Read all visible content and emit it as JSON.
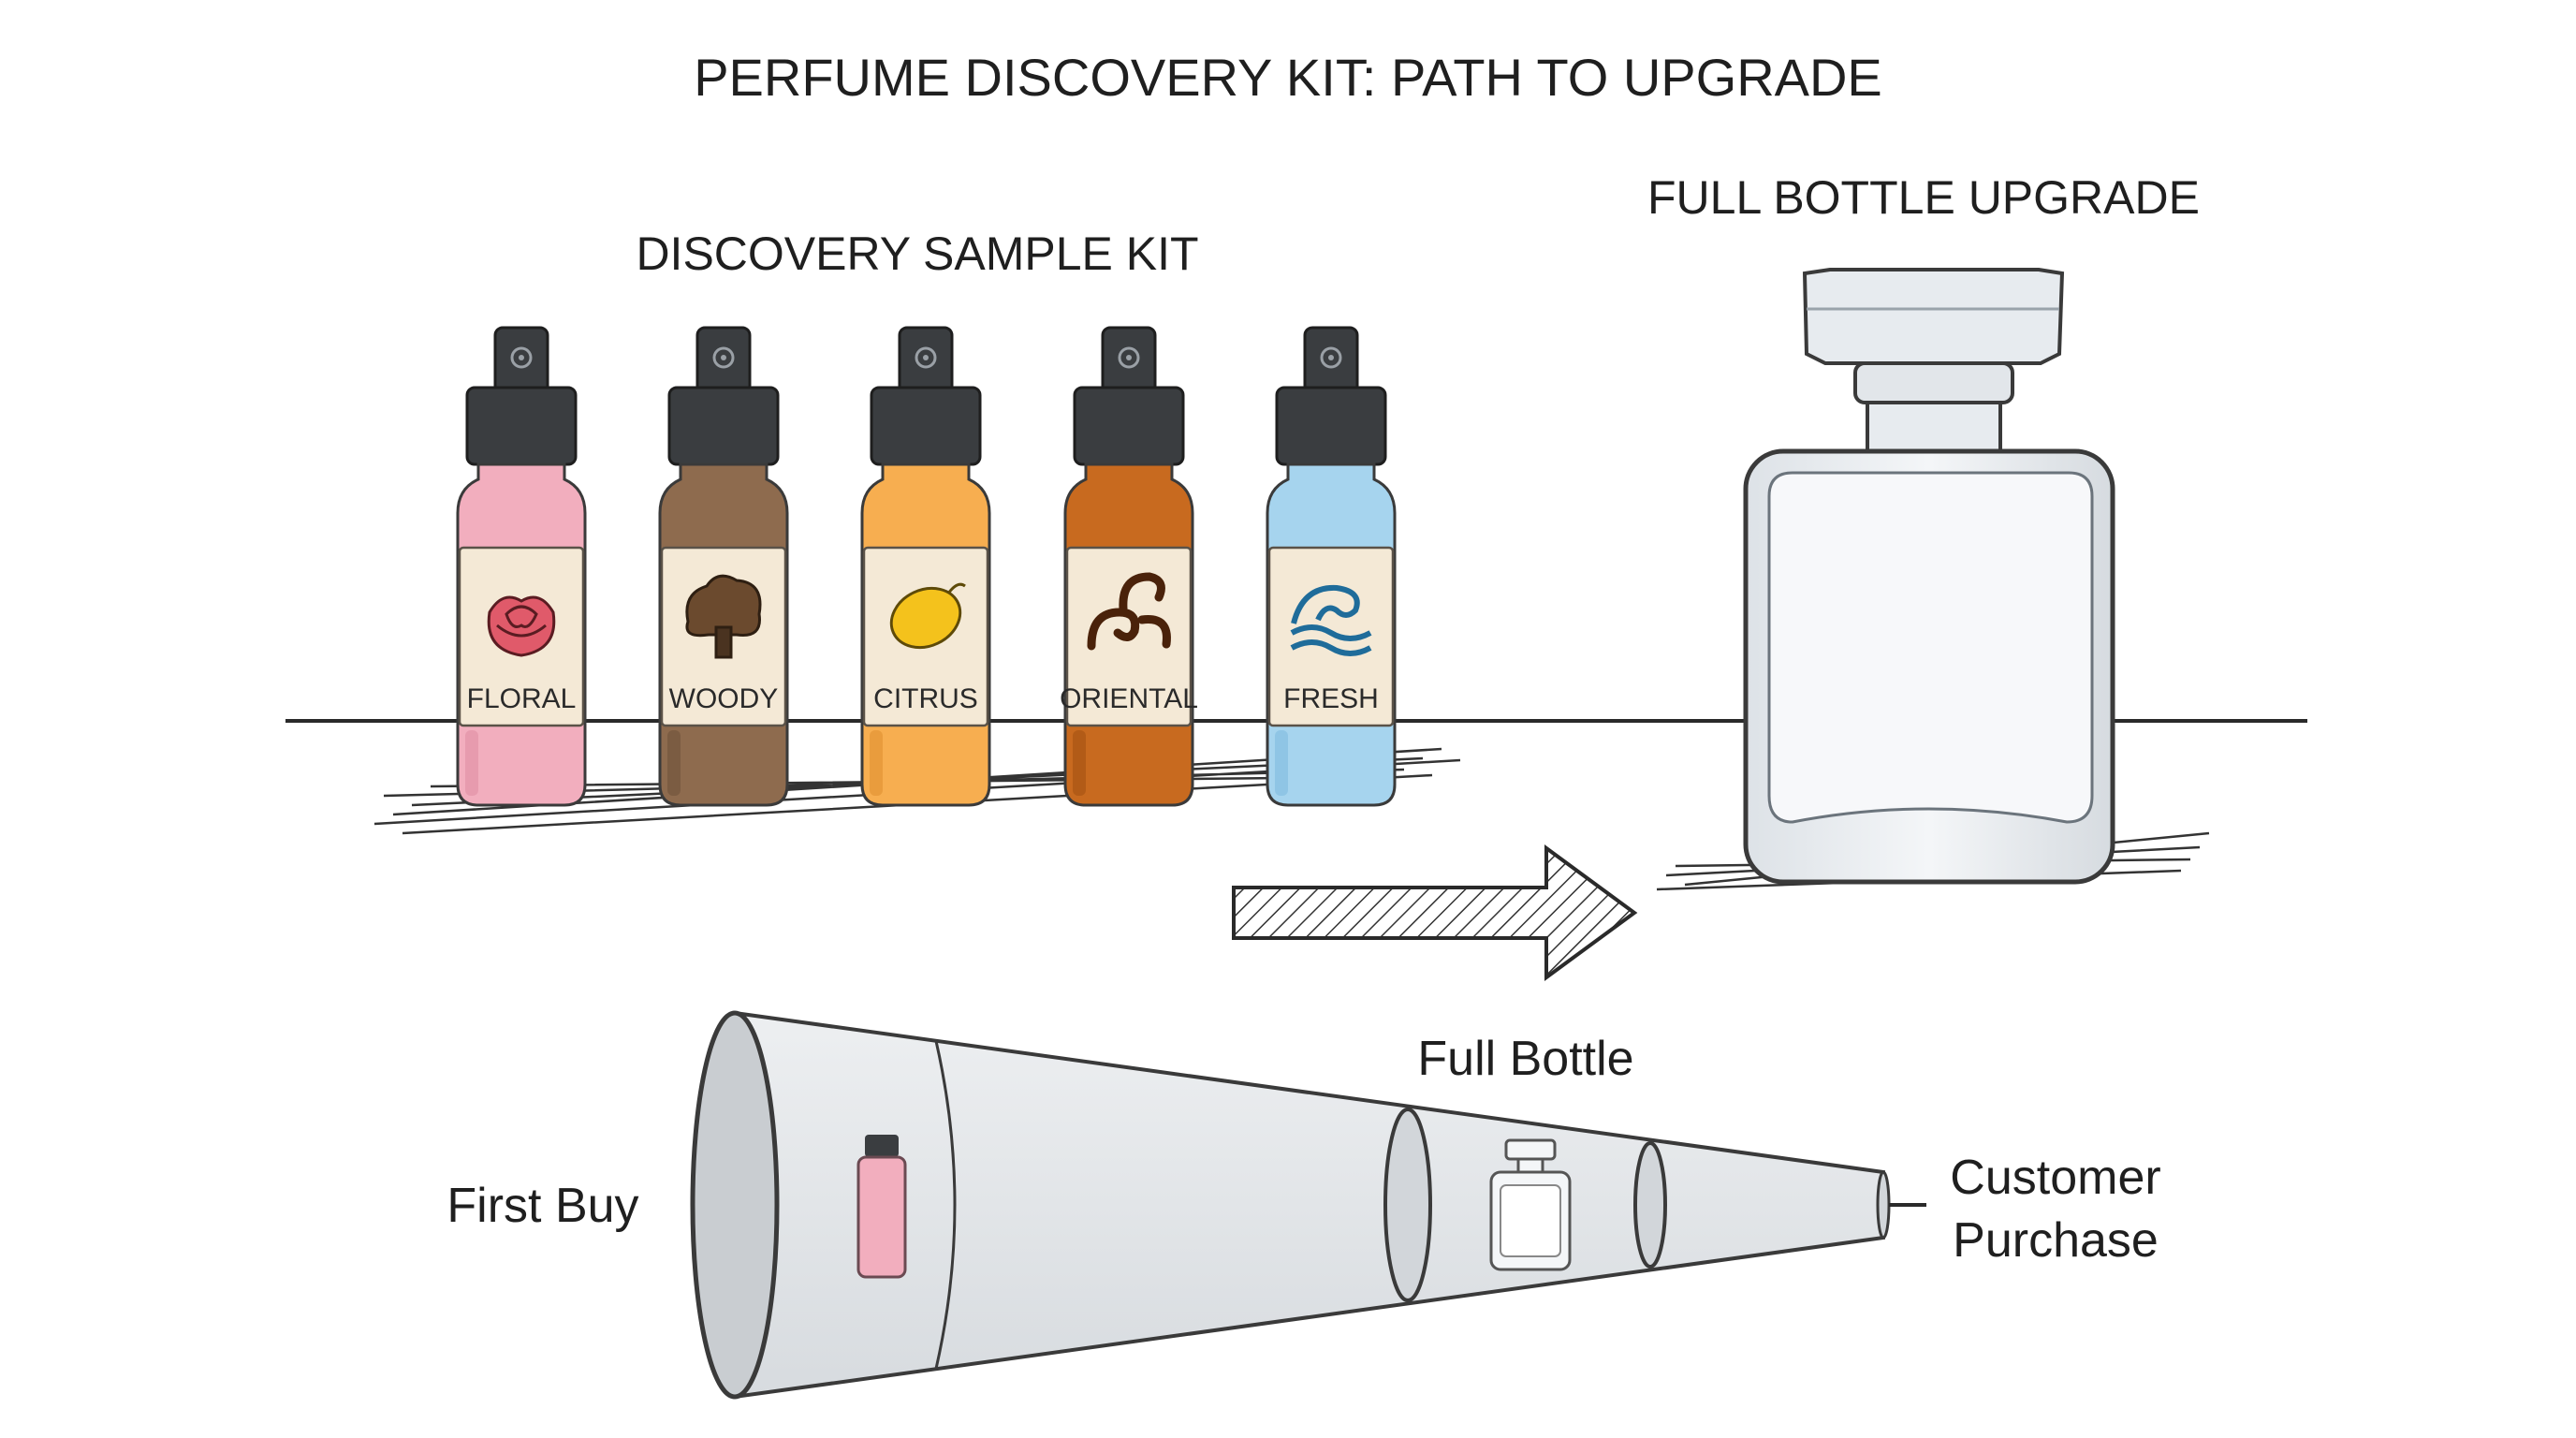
{
  "title": "PERFUME DISCOVERY KIT: PATH TO UPGRADE",
  "kit": {
    "heading": "DISCOVERY SAMPLE KIT",
    "vials": [
      {
        "label": "FLORAL",
        "icon": "rose-icon",
        "color": "#F2AEBE",
        "shade": "#E08EA3"
      },
      {
        "label": "WOODY",
        "icon": "tree-icon",
        "color": "#8E6B4E",
        "shade": "#6E513A"
      },
      {
        "label": "CITRUS",
        "icon": "lemon-icon",
        "color": "#F7AE50",
        "shade": "#E08F30"
      },
      {
        "label": "ORIENTAL",
        "icon": "swirl-icon",
        "color": "#C86A1F",
        "shade": "#A35212"
      },
      {
        "label": "FRESH",
        "icon": "wave-icon",
        "color": "#A6D4EE",
        "shade": "#80BADF"
      }
    ],
    "label_color": "#F4E9D6",
    "cap_color": "#3A3D40"
  },
  "upgrade": {
    "heading": "FULL BOTTLE UPGRADE",
    "bottle_color": "#E9EDF1"
  },
  "funnel": {
    "first_buy": "First Buy",
    "full_bottle": "Full Bottle",
    "customer_purchase_line1": "Customer",
    "customer_purchase_line2": "Purchase",
    "body_color": "#E4E7EA"
  }
}
